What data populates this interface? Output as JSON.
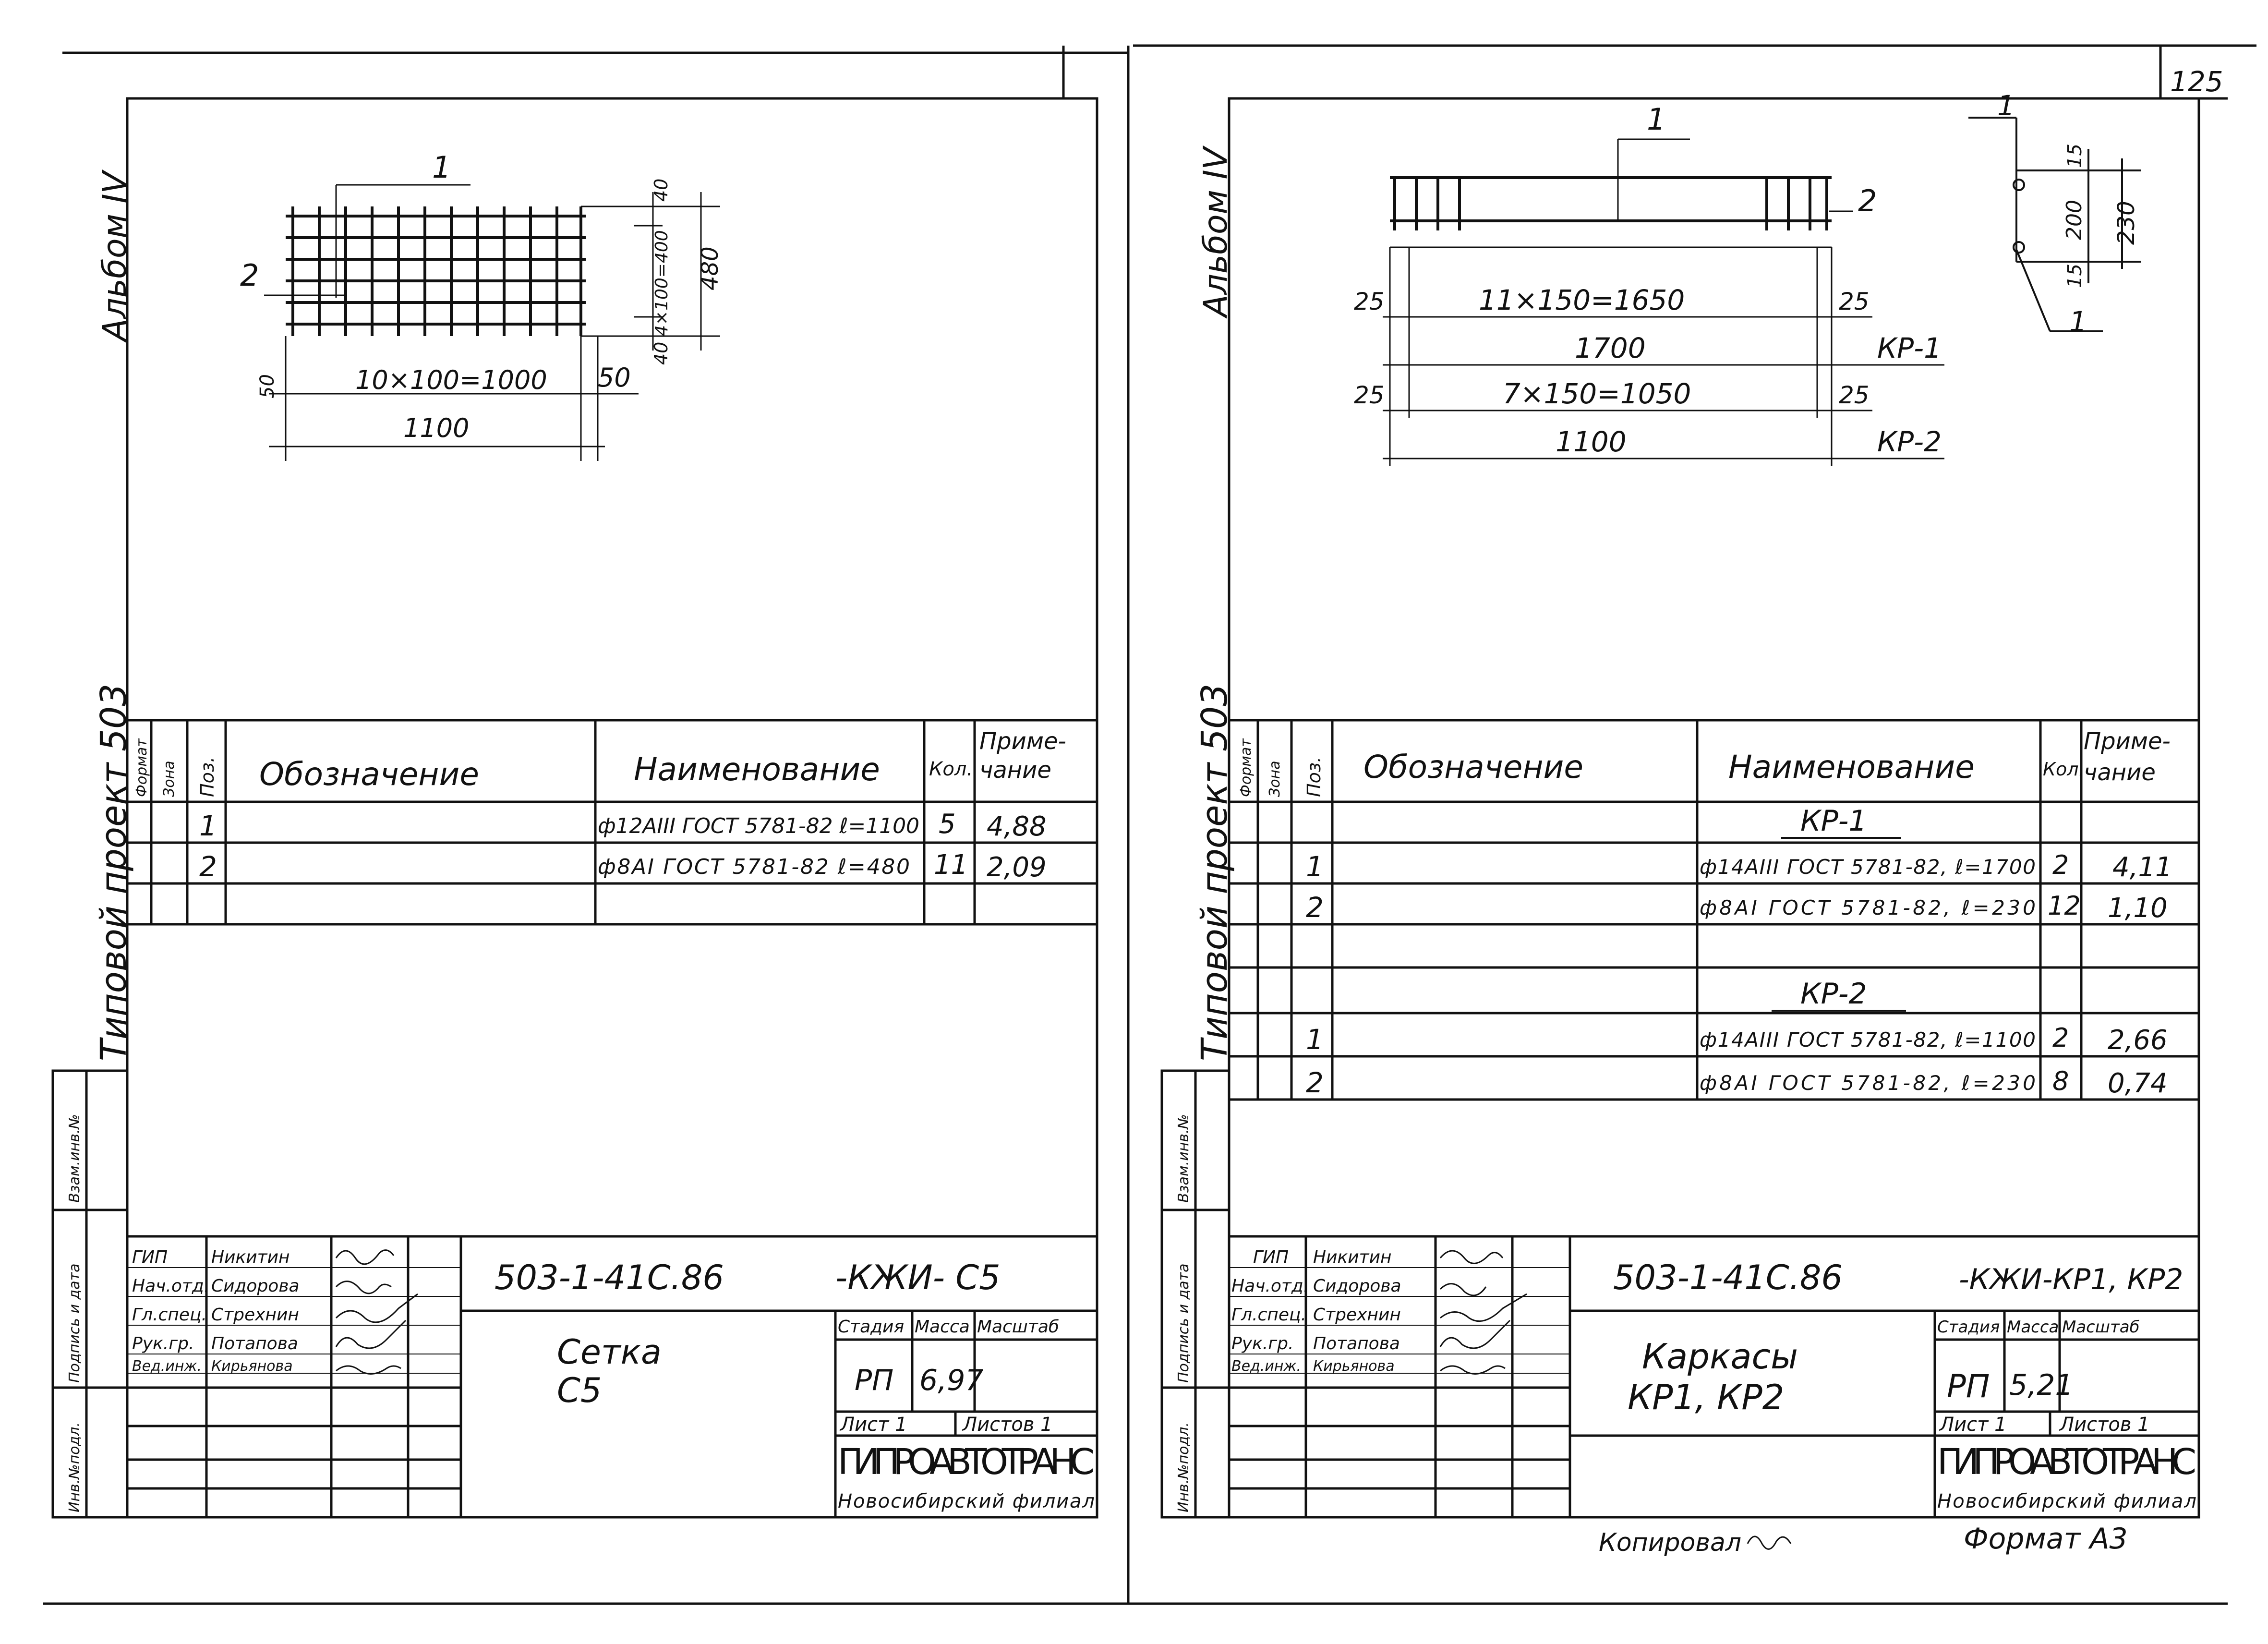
{
  "page_number": "125",
  "left": {
    "album": "Альбом IV",
    "project": "Типовой проект 503",
    "side_stamp": [
      "Инв.№подл.",
      "Подпись и дата",
      "Взам.инв.№"
    ],
    "drawing": {
      "pos1": "1",
      "pos2": "2",
      "dim_span": "10×100=1000",
      "dim_total": "1100",
      "dim_end": "50",
      "dim_left": "50",
      "dim_top": "40",
      "dim_inner": "4×100=400",
      "dim_bottom": "40",
      "dim_height": "480"
    },
    "spec": {
      "headers": [
        "Формат",
        "Зона",
        "Поз.",
        "Обозначение",
        "Наименование",
        "Кол.",
        "Приме-чание"
      ],
      "rows": [
        {
          "pos": "1",
          "name": "ф12АIII ГОСТ 5781-82 ℓ=1100",
          "qty": "5",
          "note": "4,88"
        },
        {
          "pos": "2",
          "name": "ф8АI ГОСТ 5781-82 ℓ=480",
          "qty": "11",
          "note": "2,09"
        }
      ]
    },
    "stamp": {
      "code": "503-1-41С.86",
      "mark": "-КЖИ- С5",
      "title_line1": "Сетка",
      "title_line2": "С5",
      "roles": [
        "ГИП",
        "Нач.отд.",
        "Гл.спец.",
        "Рук.гр.",
        "Вед.инж."
      ],
      "names": [
        "Никитин",
        "Сидорова",
        "Стрехнин",
        "Потапова",
        "Кирьянова"
      ],
      "col_stage": "Стадия",
      "col_mass": "Масса",
      "col_scale": "Масштаб",
      "stage": "РП",
      "mass": "6,97",
      "sheet": "Лист 1",
      "sheets": "Листов 1",
      "org": "ГИПРОАВТОТРАНС",
      "branch": "Новосибирский филиал"
    }
  },
  "right": {
    "album": "Альбом IV",
    "project": "Типовой проект 503",
    "side_stamp": [
      "Инв.№подл.",
      "Подпись и дата",
      "Взам.инв.№"
    ],
    "drawing": {
      "pos1": "1",
      "pos2": "2",
      "dim_kp1_span": "11×150=1650",
      "dim_kp1_total": "1700",
      "dim_kp2_span": "7×150=1050",
      "dim_kp2_total": "1100",
      "dim_end_25": "25",
      "label_kp1": "КР-1",
      "label_kp2": "КР-2",
      "sec_pos1": "1",
      "sec_pos1b": "1",
      "sec_15a": "15",
      "sec_200": "200",
      "sec_15b": "15",
      "sec_230": "230"
    },
    "spec": {
      "headers": [
        "Формат",
        "Зона",
        "Поз.",
        "Обозначение",
        "Наименование",
        "Кол.",
        "Приме-чание"
      ],
      "group1": "КР-1",
      "rows1": [
        {
          "pos": "1",
          "name": "ф14АIII ГОСТ 5781-82, ℓ=1700",
          "qty": "2",
          "note": "4,11"
        },
        {
          "pos": "2",
          "name": "ф8АI ГОСТ 5781-82, ℓ=230",
          "qty": "12",
          "note": "1,10"
        }
      ],
      "group2": "КР-2",
      "rows2": [
        {
          "pos": "1",
          "name": "ф14АIII ГОСТ 5781-82, ℓ=1100",
          "qty": "2",
          "note": "2,66"
        },
        {
          "pos": "2",
          "name": "ф8АI ГОСТ 5781-82, ℓ=230",
          "qty": "8",
          "note": "0,74"
        }
      ]
    },
    "stamp": {
      "code": "503-1-41С.86",
      "mark": "-КЖИ-КР1, КР2",
      "title_line1": "Каркасы",
      "title_line2": "КР1, КР2",
      "roles": [
        "ГИП",
        "Нач.отд.",
        "Гл.спец.",
        "Рук.гр.",
        "Вед.инж."
      ],
      "names": [
        "Никитин",
        "Сидорова",
        "Стрехнин",
        "Потапова",
        "Кирьянова"
      ],
      "col_stage": "Стадия",
      "col_mass": "Масса",
      "col_scale": "Масштаб",
      "stage": "РП",
      "mass": "5,21",
      "sheet": "Лист 1",
      "sheets": "Листов 1",
      "org": "ГИПРОАВТОТРАНС",
      "branch": "Новосибирский филиал"
    },
    "copied": "Копировал",
    "format": "Формат А3"
  }
}
